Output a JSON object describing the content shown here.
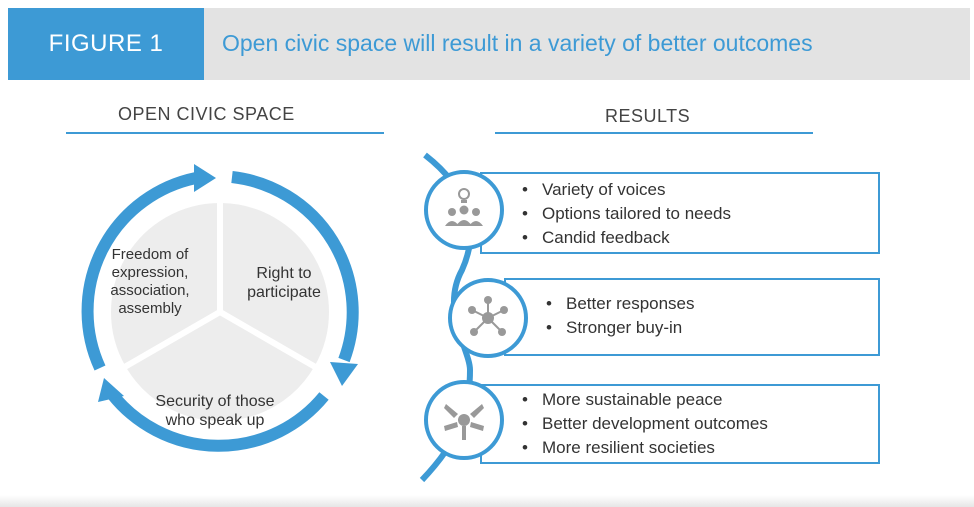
{
  "header": {
    "figure_label": "FIGURE 1",
    "title": "Open civic space will result in a variety of better outcomes"
  },
  "left_section": {
    "heading": "OPEN CIVIC SPACE",
    "segments": [
      {
        "label": "Freedom of expression, association, assembly"
      },
      {
        "label": "Right to participate"
      },
      {
        "label": "Security of those who speak up"
      }
    ]
  },
  "right_section": {
    "heading": "RESULTS",
    "groups": [
      {
        "icon": "people-lightbulb-icon",
        "items": [
          "Variety of voices",
          "Options tailored to needs",
          "Candid feedback"
        ]
      },
      {
        "icon": "network-hub-icon",
        "items": [
          "Better responses",
          "Stronger buy-in"
        ]
      },
      {
        "icon": "joined-hands-icon",
        "items": [
          "More sustainable peace",
          "Better development outcomes",
          "More resilient societies"
        ]
      }
    ]
  },
  "colors": {
    "accent": "#3d9ad5",
    "header_bg": "#e3e3e3",
    "segment_fill": "#ededed"
  }
}
